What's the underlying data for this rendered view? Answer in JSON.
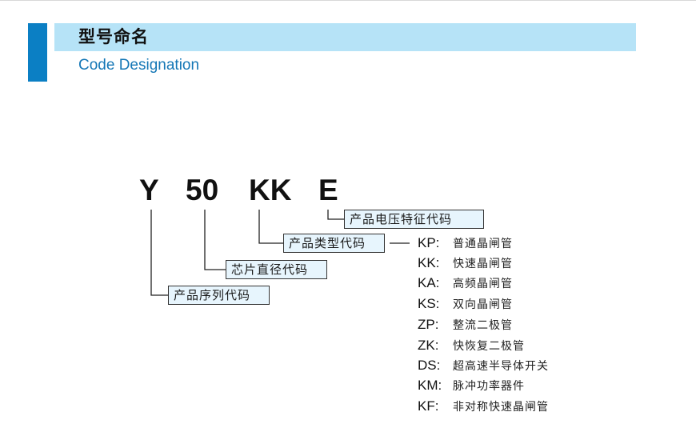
{
  "header": {
    "title_cn": "型号命名",
    "title_en": "Code Designation",
    "accent_color": "#0b7fc4",
    "band_color": "#b6e3f7"
  },
  "model": {
    "y": "Y",
    "num": "50",
    "type": "KK",
    "suffix": "E"
  },
  "labels": {
    "suffix": "产品电压特征代码",
    "type": "产品类型代码",
    "chip": "芯片直径代码",
    "series": "产品序列代码"
  },
  "codes": [
    {
      "code": "KP:",
      "desc": "普通晶闸管"
    },
    {
      "code": "KK:",
      "desc": "快速晶闸管"
    },
    {
      "code": "KA:",
      "desc": "高频晶闸管"
    },
    {
      "code": "KS:",
      "desc": "双向晶闸管"
    },
    {
      "code": "ZP:",
      "desc": "整流二极管"
    },
    {
      "code": "ZK:",
      "desc": "快恢复二极管"
    },
    {
      "code": "DS:",
      "desc": "超高速半导体开关"
    },
    {
      "code": "KM:",
      "desc": "脉冲功率器件"
    },
    {
      "code": "KF:",
      "desc": "非对称快速晶闸管"
    }
  ]
}
